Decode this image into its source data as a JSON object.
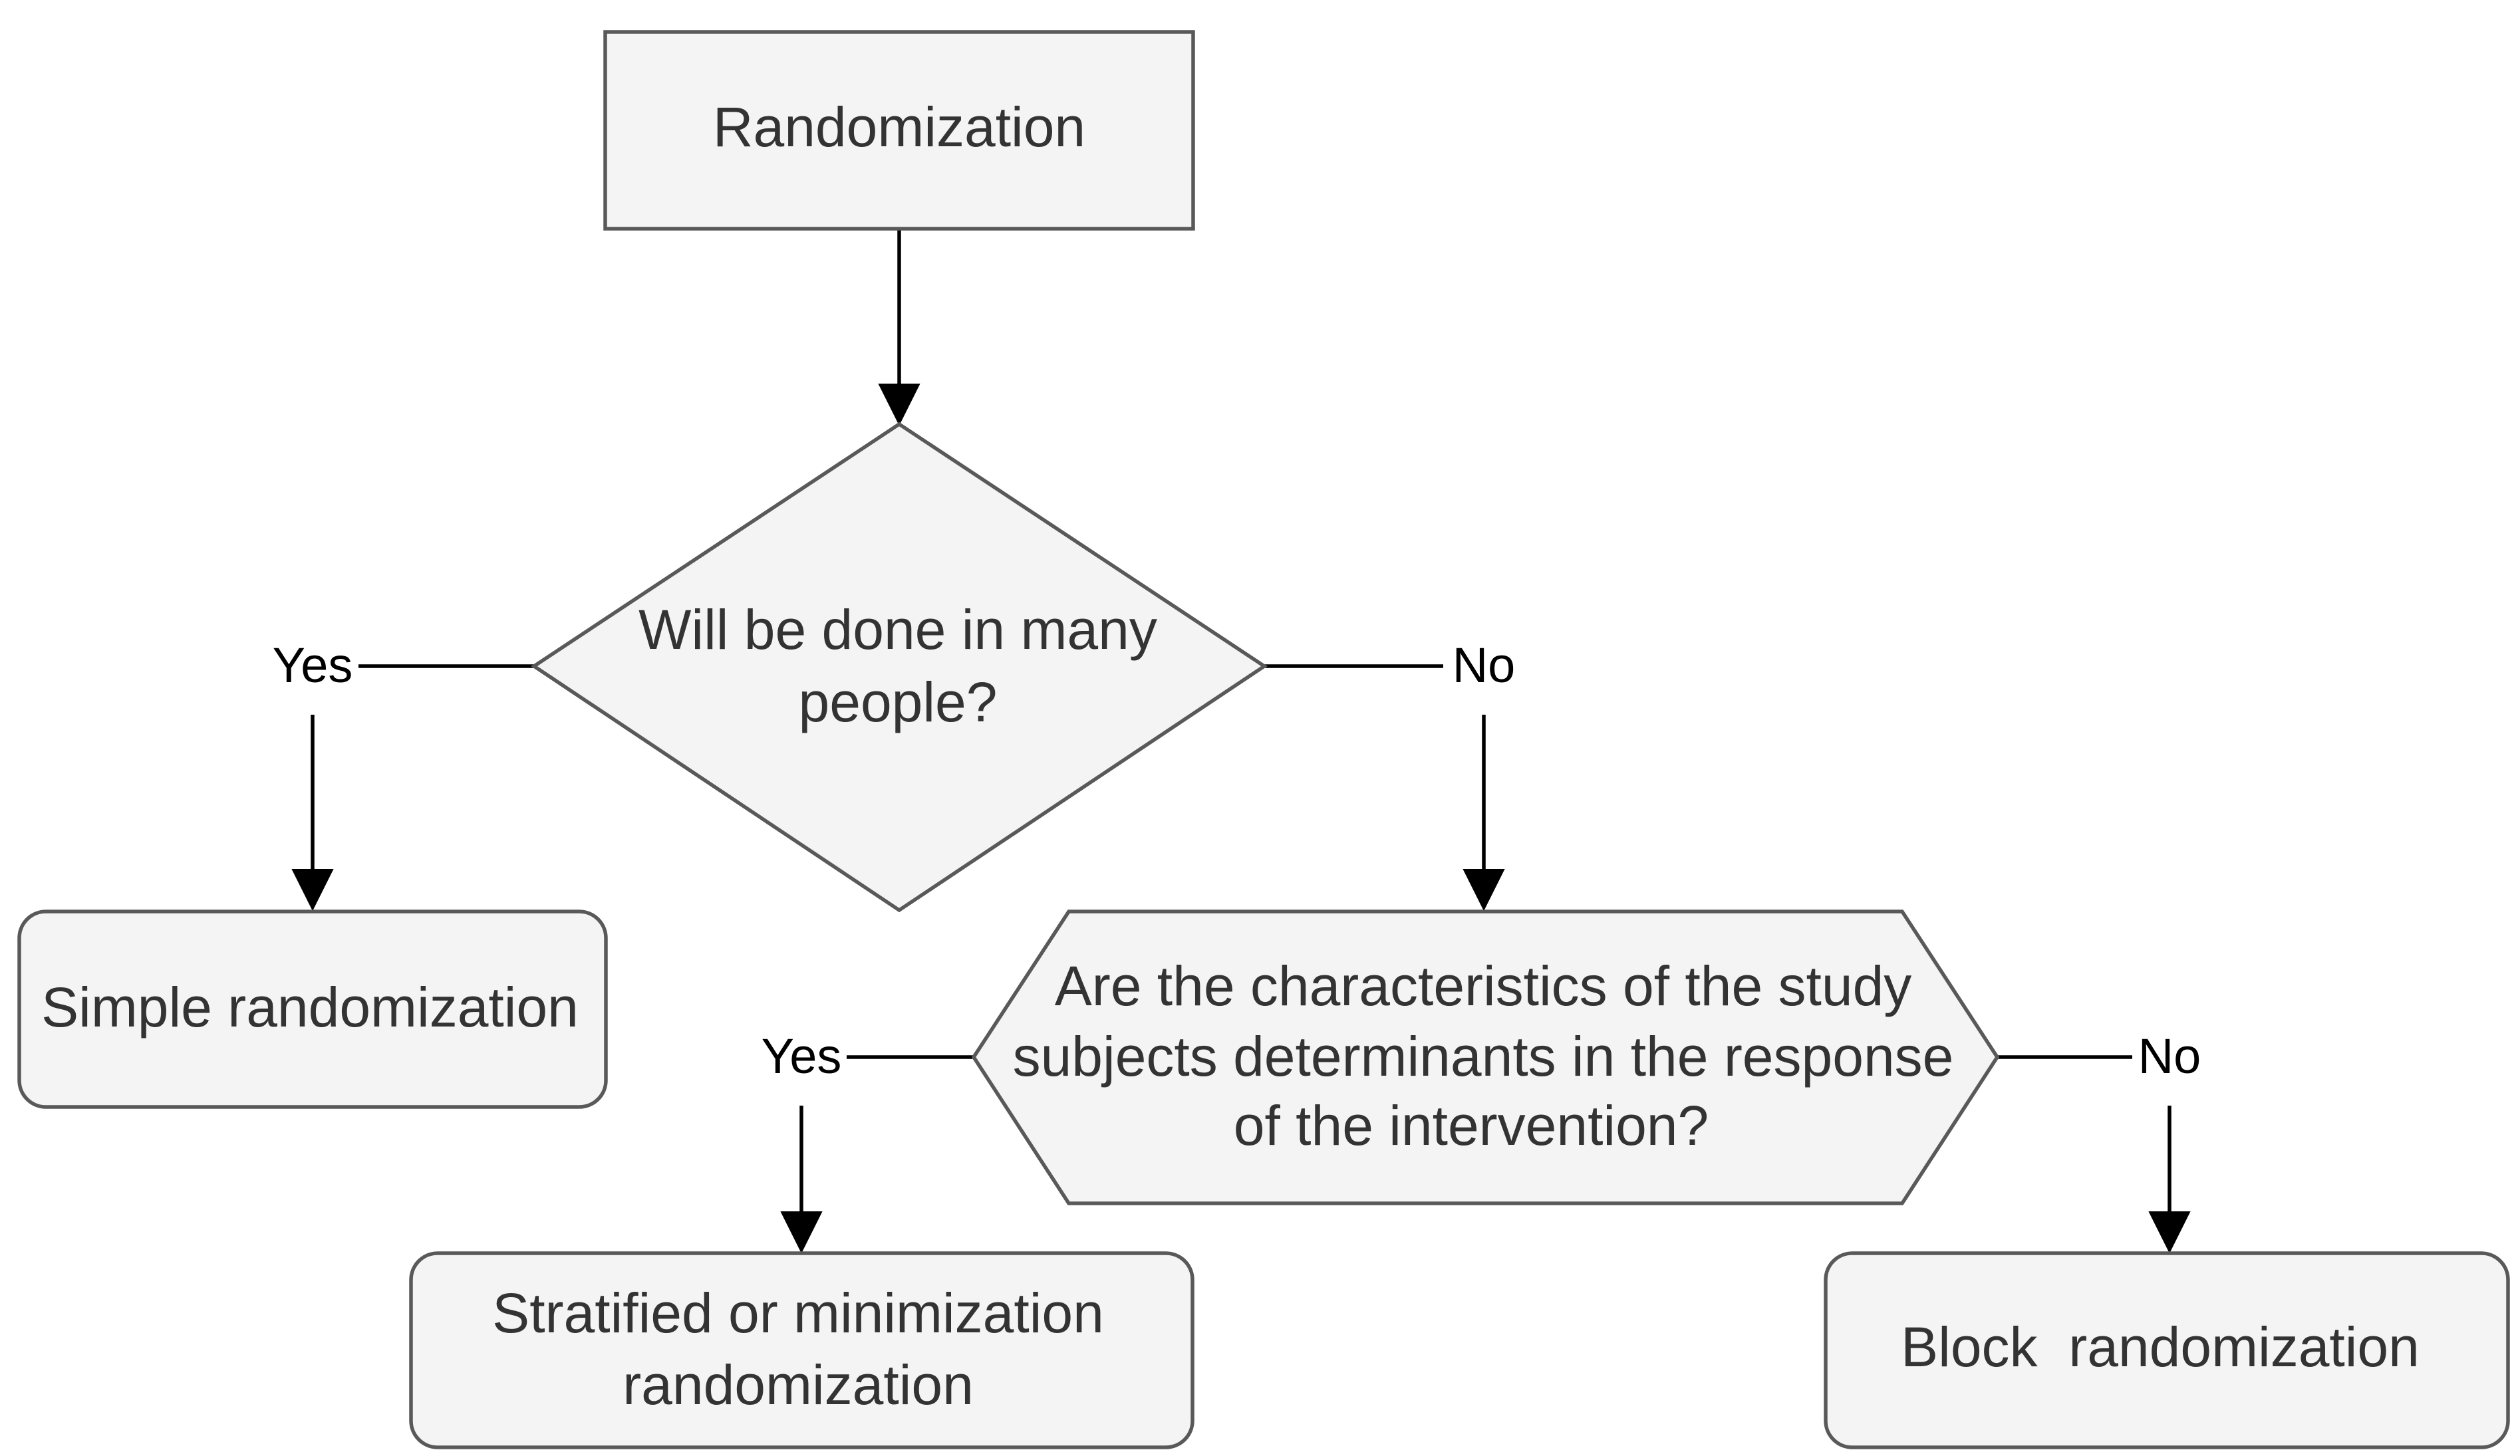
{
  "diagram": {
    "nodes": {
      "start": {
        "label": "Randomization",
        "shape": "rectangle"
      },
      "decision_many_people": {
        "lines": [
          "Will be done in many",
          "people?"
        ],
        "shape": "diamond"
      },
      "simple": {
        "label": "Simple randomization",
        "shape": "rounded-rectangle"
      },
      "decision_characteristics": {
        "lines": [
          "Are the characteristics of the study",
          "subjects determinants in the response",
          "of the intervention?"
        ],
        "shape": "hexagon"
      },
      "stratified": {
        "lines": [
          "Stratified or minimization",
          "randomization"
        ],
        "shape": "rounded-rectangle"
      },
      "block": {
        "label": "Block  randomization",
        "shape": "rounded-rectangle"
      }
    },
    "edges": {
      "start_to_decision": {
        "from": "start",
        "to": "decision_many_people",
        "label": ""
      },
      "many_yes": {
        "from": "decision_many_people",
        "to": "simple",
        "label": "Yes"
      },
      "many_no": {
        "from": "decision_many_people",
        "to": "decision_characteristics",
        "label": "No"
      },
      "char_yes": {
        "from": "decision_characteristics",
        "to": "stratified",
        "label": "Yes"
      },
      "char_no": {
        "from": "decision_characteristics",
        "to": "block",
        "label": "No"
      }
    },
    "colors": {
      "node_fill": "#f4f4f4",
      "node_stroke": "#595959",
      "text": "#333333",
      "connector": "#000000"
    }
  }
}
